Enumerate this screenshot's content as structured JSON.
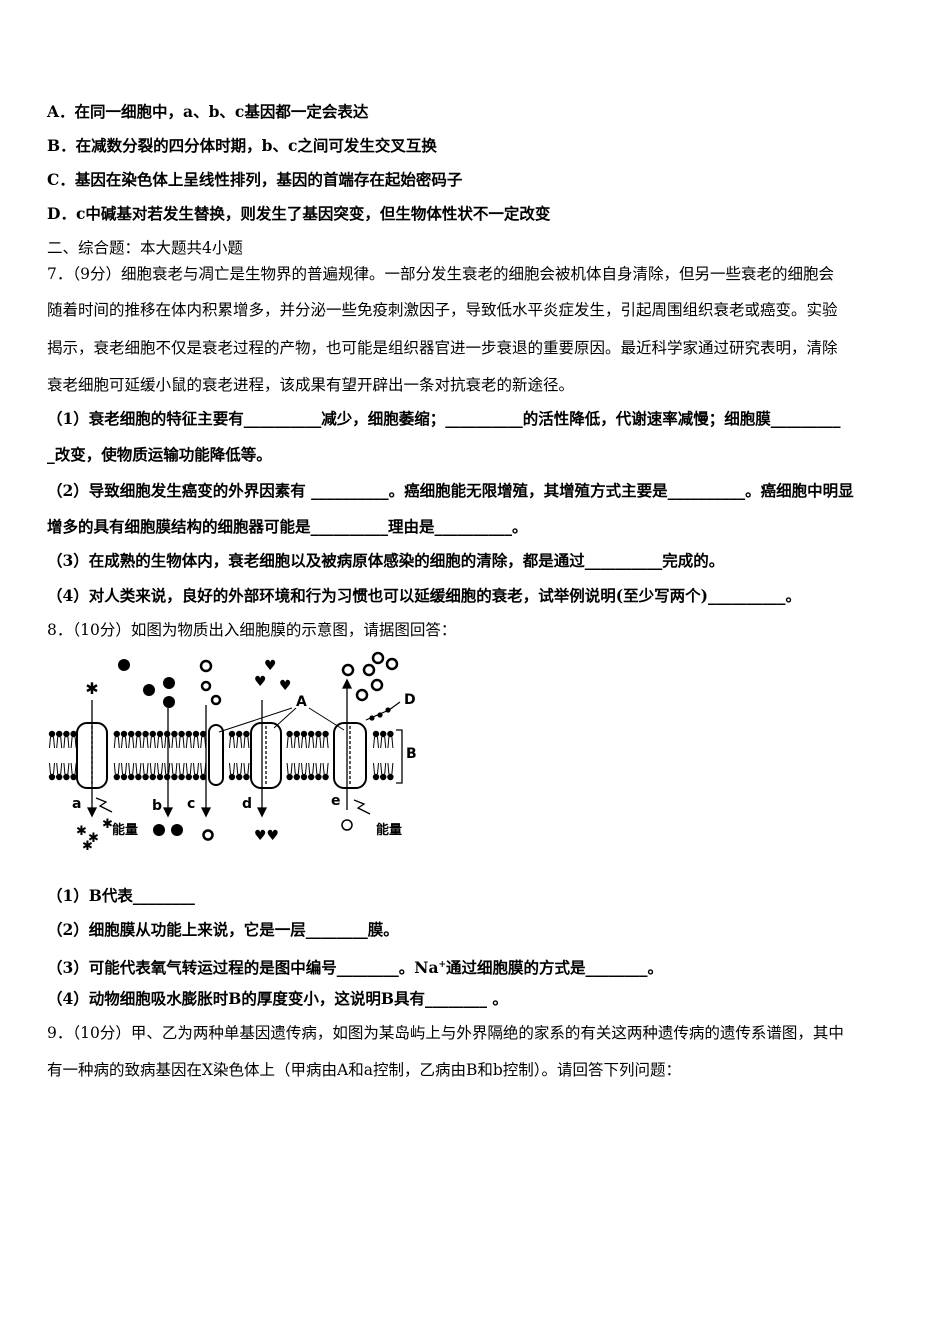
{
  "options": {
    "A": "A．在同一细胞中，a、b、c基因都一定会表达",
    "B": "B．在减数分裂的四分体时期，b、c之间可发生交叉互换",
    "C": "C．基因在染色体上呈线性排列，基因的首端存在起始密码子",
    "D": "D．c中碱基对若发生替换，则发生了基因突变，但生物体性状不一定改变"
  },
  "section2": "二、综合题：本大题共4小题",
  "q7": {
    "l1": "7．（9分）细胞衰老与凋亡是生物界的普遍规律。一部分发生衰老的细胞会被机体自身清除，但另一些衰老的细胞会",
    "l2": "随着时间的推移在体内积累增多，并分泌一些免疫刺激因子，导致低水平炎症发生，引起周围组织衰老或癌变。实验",
    "l3": "揭示，衰老细胞不仅是衰老过程的产物，也可能是组织器官进一步衰退的重要原因。最近科学家通过研究表明，清除",
    "l4": "衰老细胞可延缓小鼠的衰老进程，该成果有望开辟出一条对抗衰老的新途径。",
    "p1a": "（1）衰老细胞的特征主要有__________减少，细胞萎缩；__________的活性降低，代谢速率减慢；细胞膜_________",
    "p1b": "_改变，使物质运输功能降低等。",
    "p2a": "（2）导致细胞发生癌变的外界因素有 __________。癌细胞能无限增殖，其增殖方式主要是__________。癌细胞中明显",
    "p2b": "增多的具有细胞膜结构的细胞器可能是__________理由是__________。",
    "p3": "（3）在成熟的生物体内，衰老细胞以及被病原体感染的细胞的清除，都是通过__________完成的。",
    "p4": "（4）对人类来说，良好的外部环境和行为习惯也可以延缓细胞的衰老，试举例说明(至少写两个)__________。"
  },
  "q8": {
    "stem": "8．（10分）如图为物质出入细胞膜的示意图，请据图回答：",
    "figure": {
      "label_A": "A",
      "label_B": "B",
      "label_D": "D",
      "label_a": "a",
      "label_b": "b",
      "label_c": "c",
      "label_d": "d",
      "label_e": "e",
      "energy_left": "能量",
      "energy_right": "能量"
    },
    "p1": "（1）B代表________",
    "p2": "（2）细胞膜从功能上来说，它是一层________膜。",
    "p3_pre": "（3）可能代表氧气转运过程的是图中编号________。Na",
    "p3_sup": "+",
    "p3_post": "通过细胞膜的方式是________。",
    "p4": "（4）动物细胞吸水膨胀时B的厚度变小，这说明B具有________ 。"
  },
  "q9": {
    "l1": "9．（10分）甲、乙为两种单基因遗传病，如图为某岛屿上与外界隔绝的家系的有关这两种遗传病的遗传系谱图，其中",
    "l2": "有一种病的致病基因在X染色体上（甲病由A和a控制，乙病由B和b控制）。请回答下列问题："
  }
}
